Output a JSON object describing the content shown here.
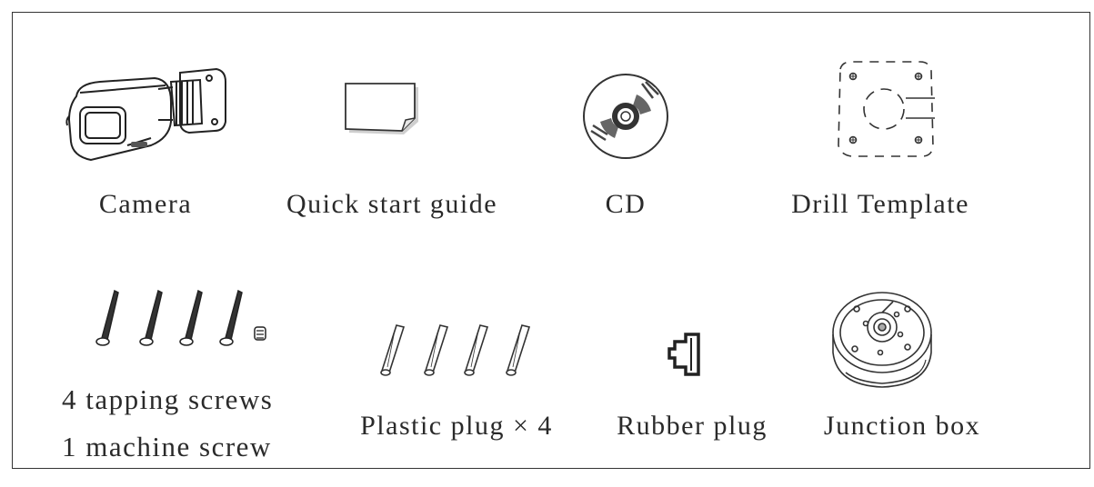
{
  "items": {
    "camera": "Camera",
    "quick_start_guide": "Quick start guide",
    "cd": "CD",
    "drill_template": "Drill Template",
    "screws_line1": "4 tapping screws",
    "screws_line2": "1 machine screw",
    "plastic_plug": "Plastic plug × 4",
    "rubber_plug": "Rubber plug",
    "junction_box": "Junction box"
  }
}
